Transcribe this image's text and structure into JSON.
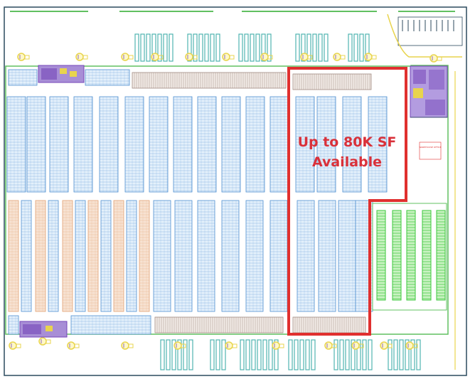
{
  "plan": {
    "callout_line1": "Up to 80K SF",
    "callout_line2": "Available",
    "office_label": "WAREHOUSE OFFICE"
  },
  "colors": {
    "border": "#2c4a5e",
    "rack_blue": "#4f8fd0",
    "rack_fill": "#e4f0fb",
    "rack_orange": "#e1a072",
    "rack_green": "#3cc83c",
    "trailer_teal": "#4fb3b0",
    "dock_brown": "#a08a80",
    "office_purple": "#7446b8",
    "highlight_red": "#e0302f",
    "outline_green": "#61c061",
    "yellow": "#e8d44d"
  }
}
